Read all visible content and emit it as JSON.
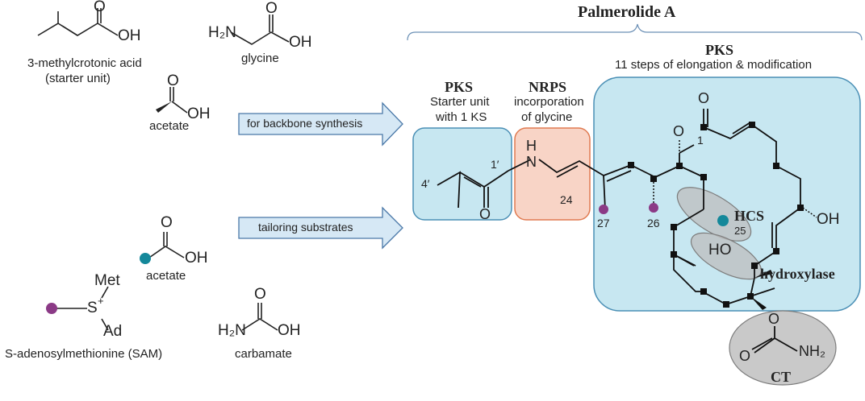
{
  "title": "Palmerolide A",
  "substrates": {
    "methylcrotonic": {
      "line1": "3-methylcrotonic acid",
      "line2": "(starter unit)",
      "oh": "OH",
      "o": "O"
    },
    "glycine": {
      "name": "glycine",
      "h2n": "H₂N",
      "oh": "OH",
      "o": "O"
    },
    "acetate1": {
      "name": "acetate",
      "oh": "OH",
      "o": "O"
    },
    "acetate2": {
      "name": "acetate",
      "oh": "OH",
      "o": "O"
    },
    "sam": {
      "name": "S-adenosylmethionine (SAM)",
      "met": "Met",
      "ad": "Ad",
      "s": "S",
      "plus": "+"
    },
    "carbamate": {
      "name": "carbamate",
      "h2n": "H₂N",
      "oh": "OH",
      "o": "O"
    }
  },
  "arrows": {
    "backbone": "for backbone synthesis",
    "tailoring": "tailoring substrates"
  },
  "modules": {
    "pks_starter": {
      "title": "PKS",
      "line1": "Starter unit",
      "line2": "with 1 KS"
    },
    "nrps": {
      "title": "NRPS",
      "line1": "incorporation",
      "line2": "of glycine"
    },
    "pks_main": {
      "title": "PKS",
      "line1": "11 steps of elongation & modification"
    }
  },
  "enzymes": {
    "hcs": "HCS",
    "hydroxylase": "hydroxylase",
    "ct": "CT"
  },
  "atom_labels": {
    "n4p": "4′",
    "n1p": "1′",
    "n24": "24",
    "n27": "27",
    "n26": "26",
    "n25": "25",
    "n1": "1",
    "h": "H",
    "n": "N",
    "o_amide": "O",
    "o_ester": "O",
    "o_carbonyl": "O",
    "oh_right": "OH",
    "ho": "HO",
    "o_carb": "O",
    "o_link": "O",
    "nh2": "NH₂"
  },
  "colors": {
    "pks_fill": "#c7e7f1",
    "pks_stroke": "#4a8fb5",
    "nrps_fill": "#f8d4c6",
    "nrps_stroke": "#e07a50",
    "ellipse_fill": "#c9c9c9",
    "arrow_fill": "#d6e8f5",
    "sam_dot": "#8b3a86",
    "acetate_dot": "#14889a",
    "brace": "#6a8fb5"
  }
}
